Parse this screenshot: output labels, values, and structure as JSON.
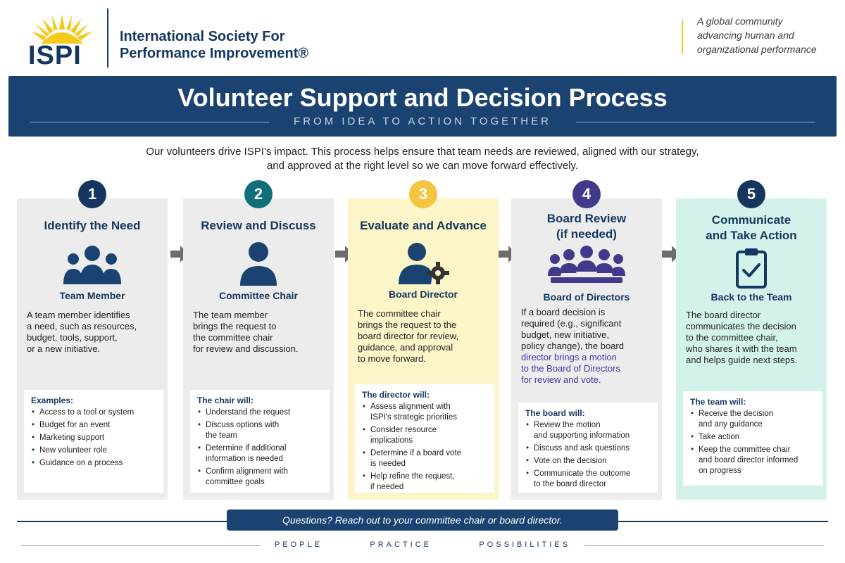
{
  "header": {
    "logo_text": "ISPI",
    "org_name_line1": "International Society For",
    "org_name_line2": "Performance Improvement®",
    "tagline_line1": "A global community",
    "tagline_line2": "advancing human and",
    "tagline_line3": "organizational performance"
  },
  "banner": {
    "title": "Volunteer Support and Decision Process",
    "subtitle": "FROM IDEA TO ACTION TOGETHER"
  },
  "intro": {
    "line1": "Our volunteers drive ISPI's impact. This process helps ensure that team needs are reviewed, aligned with our strategy,",
    "line2": "and approved at the right level so we can move forward effectively."
  },
  "colors": {
    "navy": "#1b4372",
    "dark_navy": "#14365f",
    "yellow": "#f4c542",
    "teal": "#0f6e7a",
    "purple": "#413a8a"
  },
  "steps": [
    {
      "number": "1",
      "title_line1": "Identify the Need",
      "title_line2": "",
      "icon": "team-members-icon",
      "role": "Team Member",
      "desc": [
        "A team member identifies",
        "a need, such as resources,",
        "budget, tools, support,",
        "or a new initiative."
      ],
      "box_title": "Examples:",
      "items": [
        [
          "Access to a tool or system"
        ],
        [
          "Budget for an event"
        ],
        [
          "Marketing support"
        ],
        [
          "New volunteer role"
        ],
        [
          "Guidance on a process"
        ]
      ]
    },
    {
      "number": "2",
      "title_line1": "Review and Discuss",
      "title_line2": "",
      "icon": "committee-chair-icon",
      "role": "Committee Chair",
      "desc": [
        "The team member",
        "brings the request to",
        "the committee chair",
        "for review and discussion."
      ],
      "box_title": "The chair will:",
      "items": [
        [
          "Understand the request"
        ],
        [
          "Discuss options with",
          "the team"
        ],
        [
          "Determine if additional",
          "information is needed"
        ],
        [
          "Confirm alignment with",
          "committee goals"
        ]
      ]
    },
    {
      "number": "3",
      "title_line1": "Evaluate and Advance",
      "title_line2": "",
      "icon": "board-director-gear-icon",
      "role": "Board Director",
      "desc": [
        "The committee chair",
        "brings the request to the",
        "board director for review,",
        "guidance, and approval",
        "to move forward."
      ],
      "box_title": "The director will:",
      "items": [
        [
          "Assess alignment with",
          "ISPI's strategic priorities"
        ],
        [
          "Consider resource",
          "implications"
        ],
        [
          "Determine if a board vote",
          "is needed"
        ],
        [
          "Help refine the request,",
          "if needed"
        ]
      ]
    },
    {
      "number": "4",
      "title_line1": "Board Review",
      "title_line2": "(if needed)",
      "icon": "board-of-directors-icon",
      "role": "Board of Directors",
      "desc": [
        "If a board decision is",
        "required (e.g., significant",
        "budget, new initiative,",
        "policy change), the board",
        "director brings a motion",
        "to the Board of Directors",
        "for review and vote."
      ],
      "box_title": "The board will:",
      "items": [
        [
          "Review the motion",
          "and supporting information"
        ],
        [
          "Discuss and ask questions"
        ],
        [
          "Vote on the decision"
        ],
        [
          "Communicate the outcome",
          "to the board director"
        ]
      ]
    },
    {
      "number": "5",
      "title_line1": "Communicate",
      "title_line2": "and Take Action",
      "icon": "clipboard-check-icon",
      "role": "Back to the Team",
      "desc": [
        "The board director",
        "communicates the decision",
        "to the committee chair,",
        "who shares it with the team",
        "and helps guide next steps."
      ],
      "box_title": "The team will:",
      "items": [
        [
          "Receive the decision",
          "and any guidance"
        ],
        [
          "Take action"
        ],
        [
          "Keep the committee chair",
          "and board director informed",
          "on progress"
        ]
      ]
    }
  ],
  "footer": {
    "question": "Questions? Reach out to your committee chair or board director.",
    "word1": "PEOPLE",
    "word2": "PRACTICE",
    "word3": "POSSIBILITIES"
  }
}
